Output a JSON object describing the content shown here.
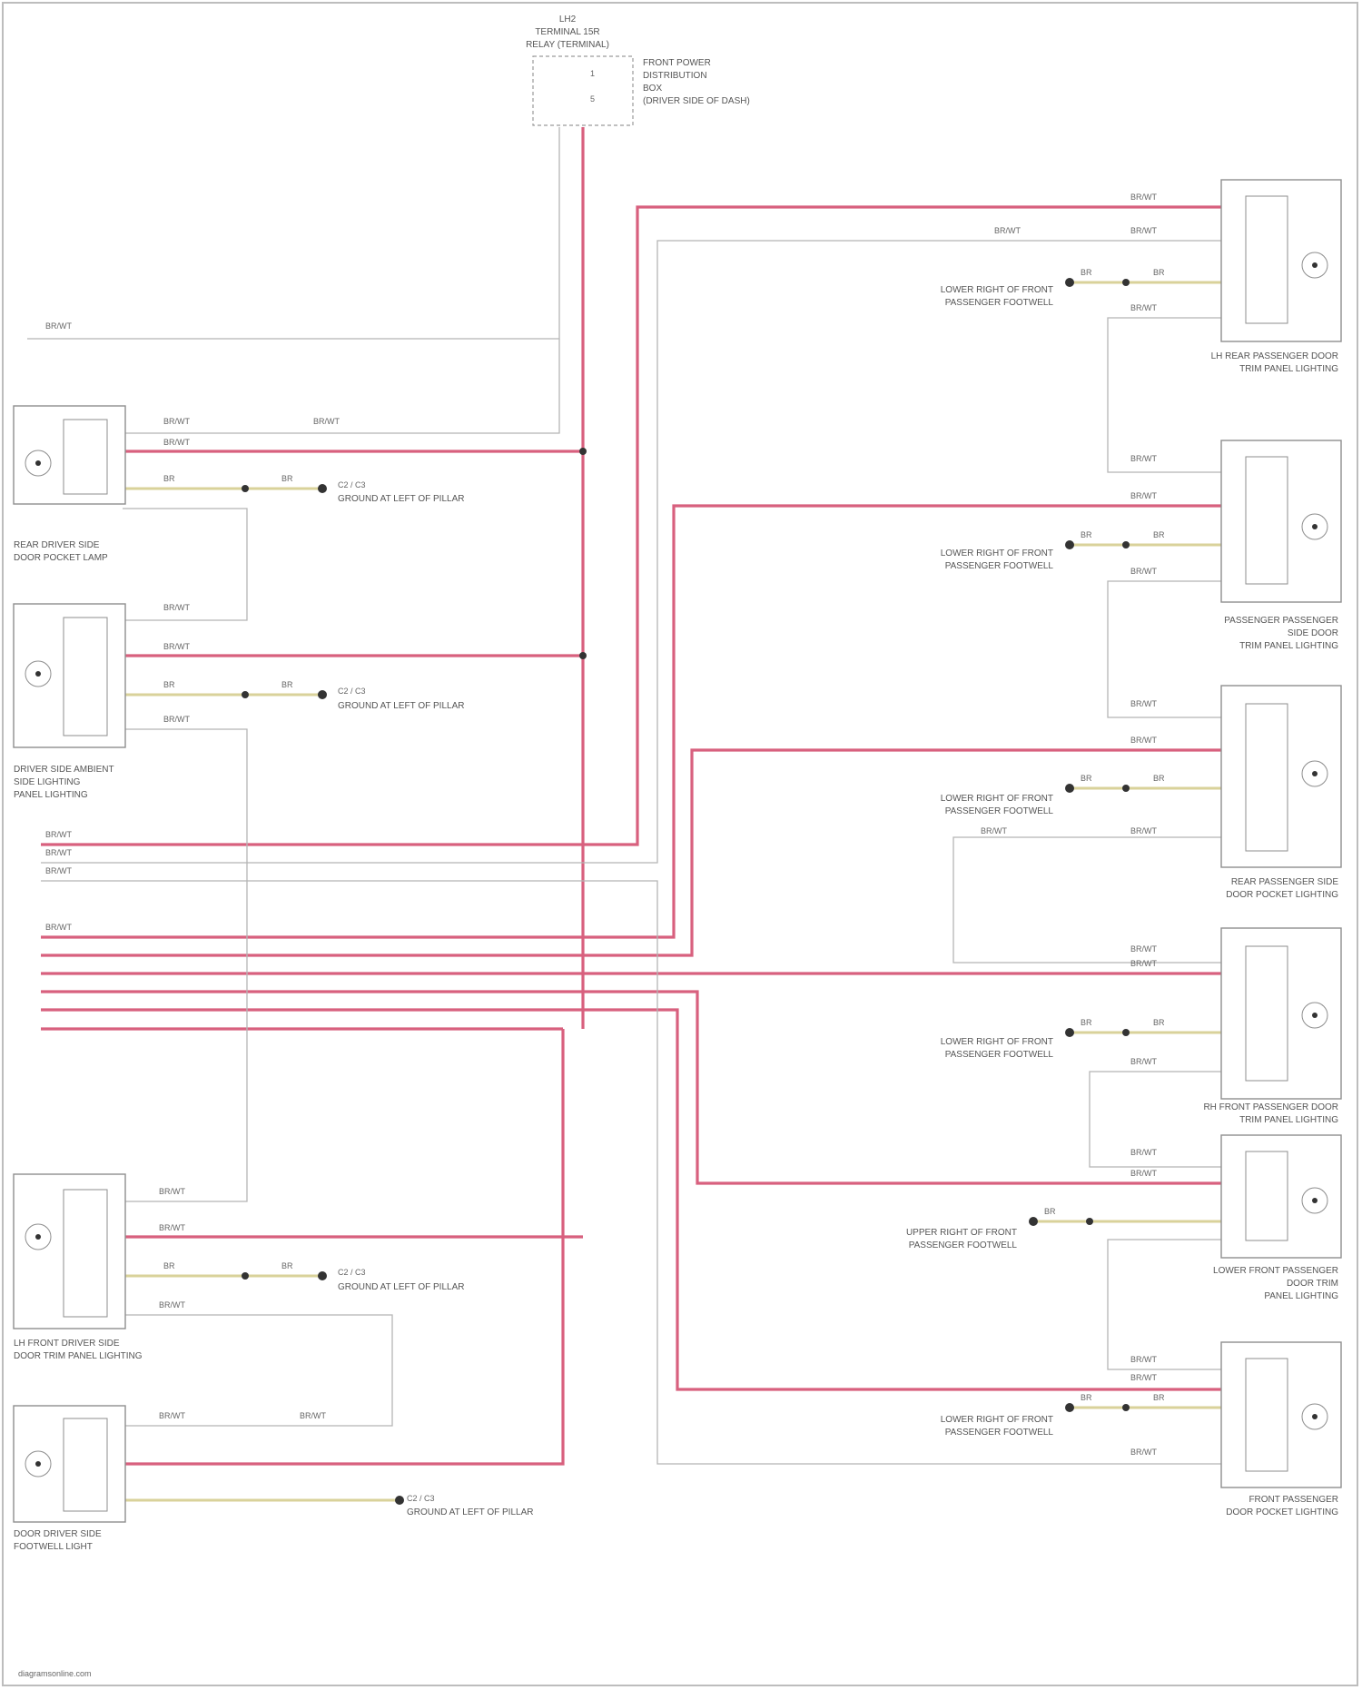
{
  "header": {
    "lines": [
      "LH2",
      "TERMINAL 15R",
      "RELAY (TERMINAL)"
    ],
    "fuse_lines": [
      "FRONT POWER",
      "DISTRIBUTION",
      "BOX",
      "(DRIVER SIDE OF DASH)"
    ],
    "pin_a": "1",
    "pin_b": "5"
  },
  "ground_label": "GROUND AT LEFT OF PILLAR",
  "splice_label": "C2 / C3",
  "colors": {
    "power_wire": "#d8607e",
    "signal_wire": "#b5b5b5",
    "ground_wire": "#d9d29a"
  },
  "left_components": [
    {
      "name": "REAR DRIVER SIDE DOOR POCKET LAMP",
      "lines": [
        "REAR DRIVER SIDE",
        "DOOR POCKET LAMP"
      ]
    },
    {
      "name": "DRIVER SIDE AMBIENT LIGHTING",
      "lines": [
        "DRIVER SIDE AMBIENT",
        "SIDE LIGHTING",
        "PANEL LIGHTING"
      ]
    },
    {
      "name": "LH FRONT DRIVER SIDE DOOR TRIM PANEL LIGHTING",
      "lines": [
        "LH FRONT DRIVER SIDE",
        "DOOR TRIM PANEL LIGHTING"
      ]
    },
    {
      "name": "DOOR DRIVER SIDE FOOTWELL LIGHT",
      "lines": [
        "DOOR DRIVER SIDE",
        "FOOTWELL LIGHT"
      ]
    }
  ],
  "right_components": [
    {
      "name": "LH REAR PASSENGER DOOR TRIM PANEL LIGHTING",
      "lines": [
        "LH REAR PASSENGER DOOR",
        "TRIM PANEL LIGHTING"
      ]
    },
    {
      "name": "PASSENGER PASSENGER SIDE DOOR TRIM PANEL LIGHTING",
      "lines": [
        "PASSENGER PASSENGER",
        "SIDE DOOR",
        "TRIM PANEL LIGHTING"
      ]
    },
    {
      "name": "REAR PASSENGER SIDE DOOR POCKET LIGHTING",
      "lines": [
        "REAR PASSENGER SIDE",
        "DOOR POCKET LIGHTING"
      ]
    },
    {
      "name": "RH FRONT PASSENGER DOOR TRIM PANEL LIGHTING",
      "lines": [
        "RH FRONT PASSENGER DOOR",
        "TRIM PANEL LIGHTING"
      ]
    },
    {
      "name": "LOWER FRONT PASSENGER DOOR TRIM PANEL LIGHTING",
      "lines": [
        "LOWER FRONT PASSENGER",
        "DOOR TRIM",
        "PANEL LIGHTING"
      ]
    },
    {
      "name": "FRONT PASSENGER DOOR POCKET LIGHTING",
      "lines": [
        "FRONT PASSENGER",
        "DOOR POCKET LIGHTING"
      ]
    }
  ],
  "footwell_labels": [
    [
      "LOWER RIGHT OF FRONT",
      "PASSENGER FOOTWELL"
    ],
    [
      "LOWER RIGHT OF FRONT",
      "PASSENGER FOOTWELL"
    ],
    [
      "LOWER RIGHT OF FRONT",
      "PASSENGER FOOTWELL"
    ],
    [
      "LOWER RIGHT OF FRONT",
      "PASSENGER FOOTWELL"
    ],
    [
      "UPPER RIGHT OF FRONT",
      "PASSENGER FOOTWELL"
    ],
    [
      "LOWER RIGHT OF FRONT",
      "PASSENGER FOOTWELL"
    ]
  ],
  "wire_code": "BR/WT",
  "ground_wire_code": "BR",
  "footer": "diagramsonline.com"
}
